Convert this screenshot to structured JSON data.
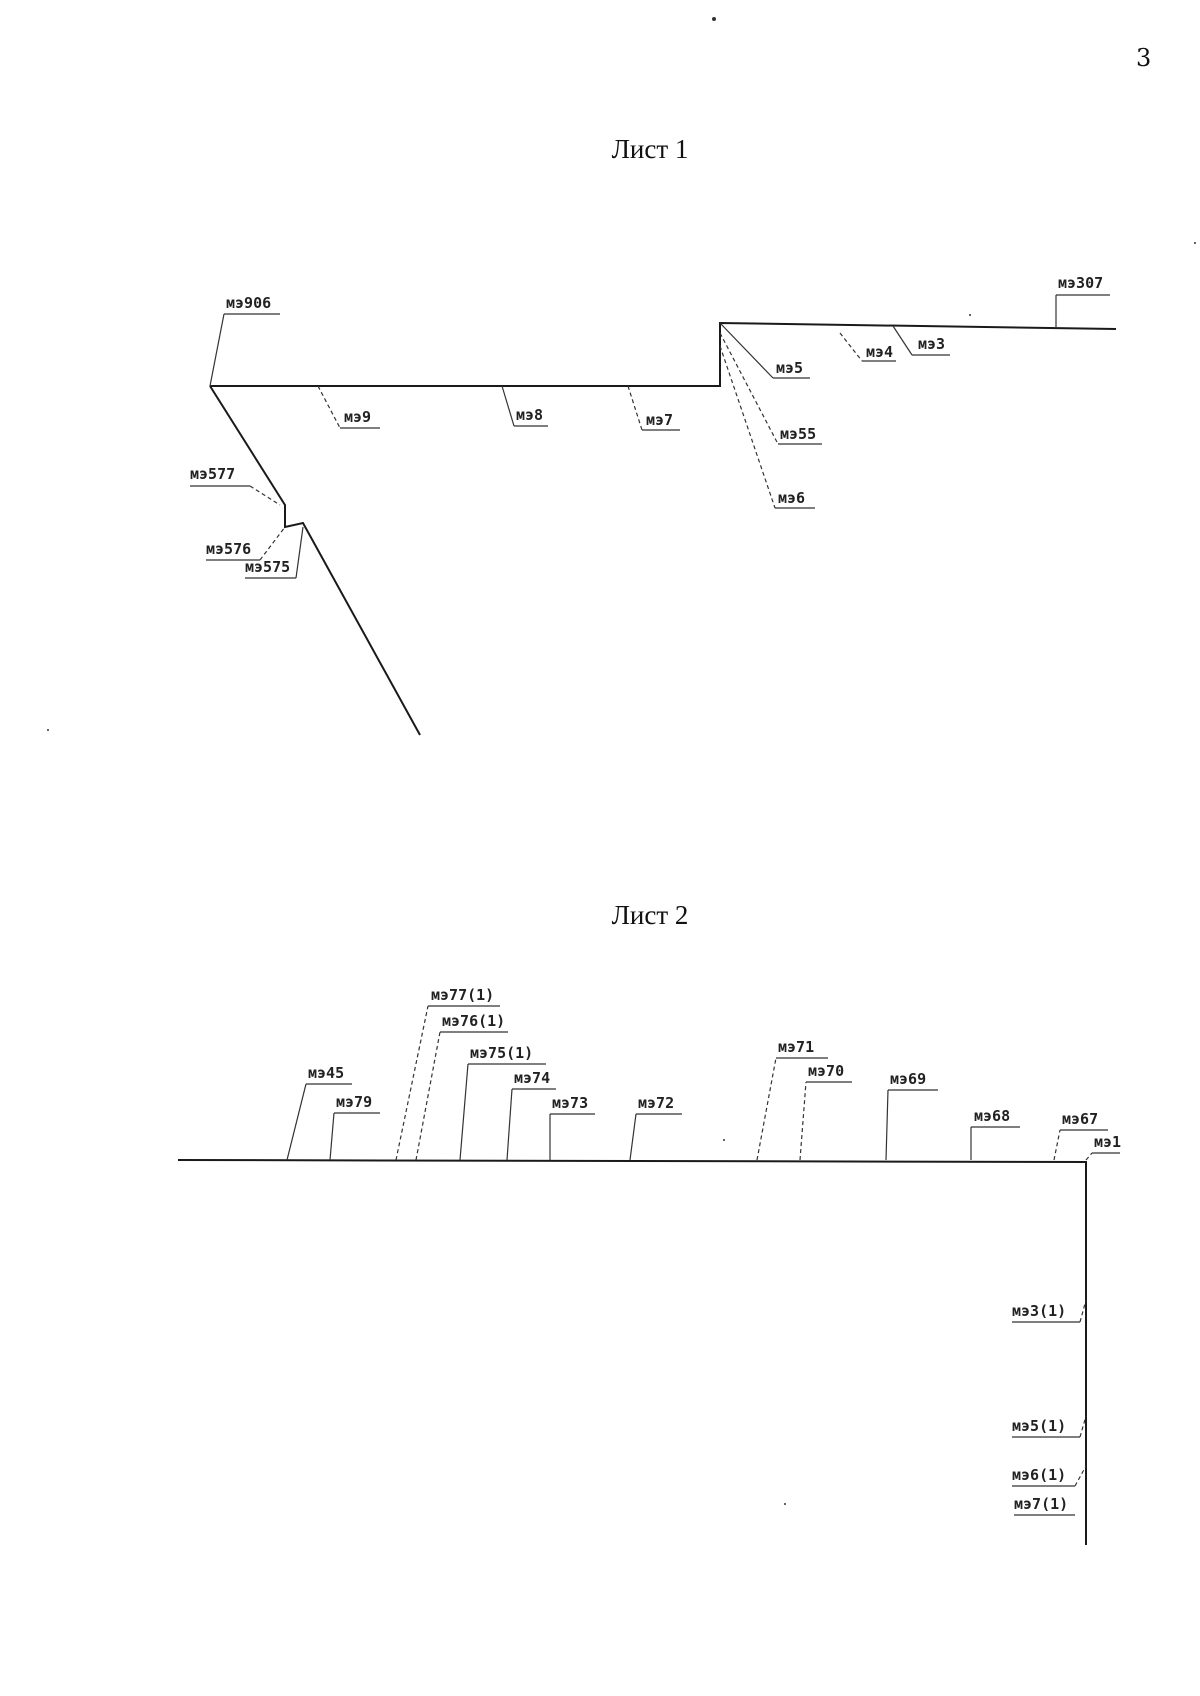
{
  "page_number": "3",
  "sheets": [
    {
      "title": "Лист 1",
      "labels": [
        "мэ906",
        "мэ307",
        "мэ3",
        "мэ4",
        "мэ5",
        "мэ55",
        "мэ6",
        "мэ9",
        "мэ8",
        "мэ7",
        "мэ577",
        "мэ576",
        "мэ575"
      ]
    },
    {
      "title": "Лист 2",
      "labels": [
        "мэ77(1)",
        "мэ76(1)",
        "мэ75(1)",
        "мэ74",
        "мэ73",
        "мэ72",
        "мэ45",
        "мэ79",
        "мэ71",
        "мэ70",
        "мэ69",
        "мэ68",
        "мэ67",
        "мэ1",
        "мэ3(1)",
        "мэ5(1)",
        "мэ6(1)",
        "мэ7(1)"
      ]
    }
  ]
}
